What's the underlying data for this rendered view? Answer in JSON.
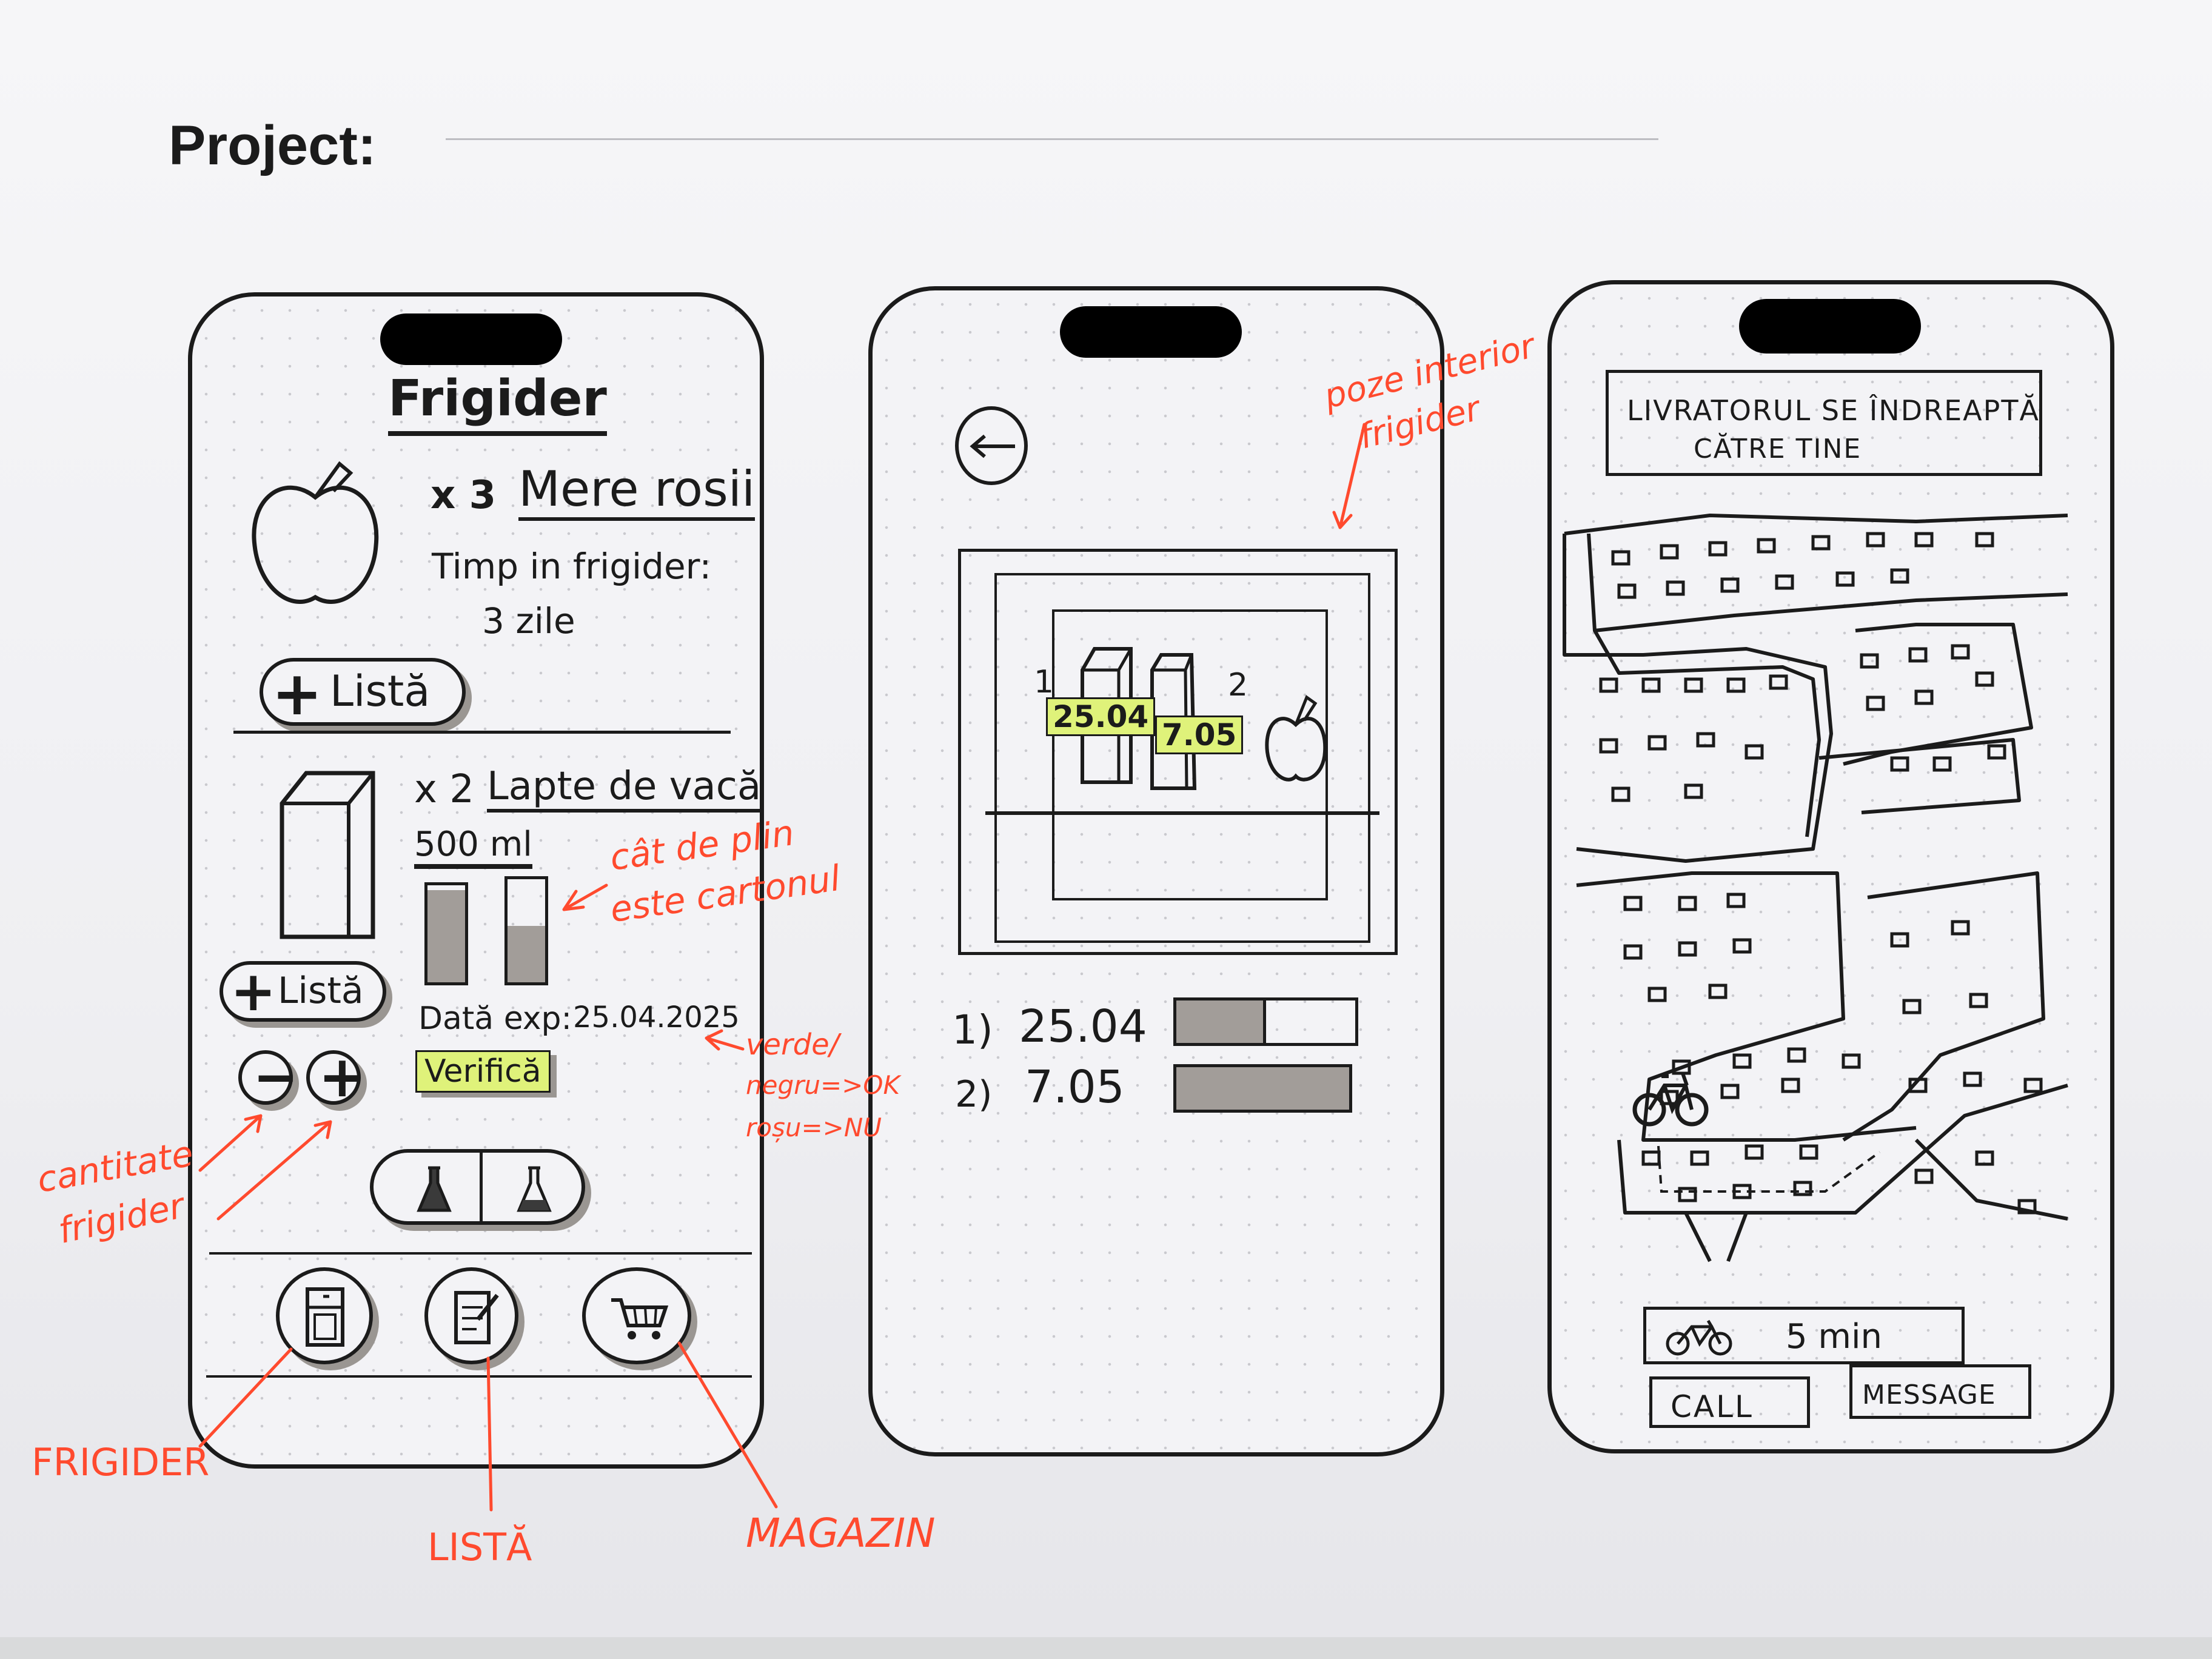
{
  "header": {
    "label": "Project:"
  },
  "screen1": {
    "title": "Frigider",
    "item1": {
      "qty": "x 3",
      "name": "Mere rosii",
      "time_label": "Timp in frigider:",
      "time_value": "3 zile",
      "add_button": "Listă"
    },
    "item2": {
      "qty": "x 2",
      "name": "Lapte de vacă",
      "volume": "500 ml",
      "add_button": "Listă",
      "exp_label": "Dată exp:",
      "exp_date": "25.04.2025",
      "verify_button": "Verifică"
    },
    "fill_levels": [
      0.95,
      0.55
    ],
    "nav": {
      "fridge": "FRIGIDER",
      "list": "LISTĂ",
      "shop": "MAGAZIN"
    }
  },
  "screen2": {
    "items": [
      {
        "index": "1)",
        "date": "25.04",
        "fill": 0.5,
        "tag": "25.04",
        "label": "1"
      },
      {
        "index": "2)",
        "date": "7.05",
        "fill": 1.0,
        "tag": "7.05",
        "label": "2"
      }
    ]
  },
  "screen3": {
    "banner_line1": "LIVRATORUL SE ÎNDREAPTĂ",
    "banner_line2": "CĂTRE TINE",
    "eta": "5 min",
    "call_button": "CALL",
    "message_button": "MESSAGE"
  },
  "annotations": {
    "fill_note": [
      "cât de plin",
      "este cartonul"
    ],
    "verify_note": [
      "verde/",
      "negru=>OK",
      "roșu=>NU"
    ],
    "qty_note": [
      "cantitate",
      "frigider"
    ],
    "photo_note": [
      "poze interior",
      "frigider"
    ]
  },
  "colors": {
    "ink": "#1b1b1b",
    "annotation": "#ff4a2e",
    "highlight": "#dff27a",
    "fill": "#a29d99"
  }
}
